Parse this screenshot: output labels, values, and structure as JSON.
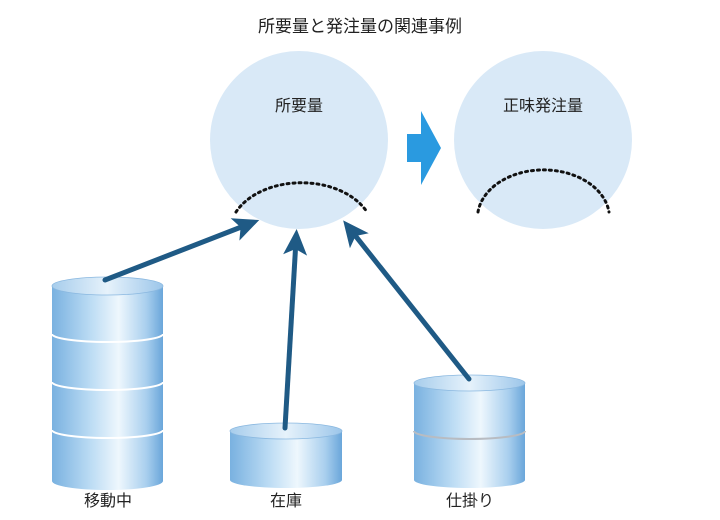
{
  "title": "所要量と発注量の関連事例",
  "circles": {
    "requirement": "所要量",
    "net_order": "正味発注量"
  },
  "sources": {
    "in_transit": "移動中",
    "inventory": "在庫",
    "work_in_progress": "仕掛り"
  },
  "colors": {
    "circle_fill": "#d9e9f7",
    "arrow": "#1f5a85",
    "process_arrow": "#2a9ae0",
    "cylinder_light": "#e8f3fc",
    "cylinder_mid": "#8ec0e8",
    "cylinder_dark": "#5a9ed6"
  }
}
